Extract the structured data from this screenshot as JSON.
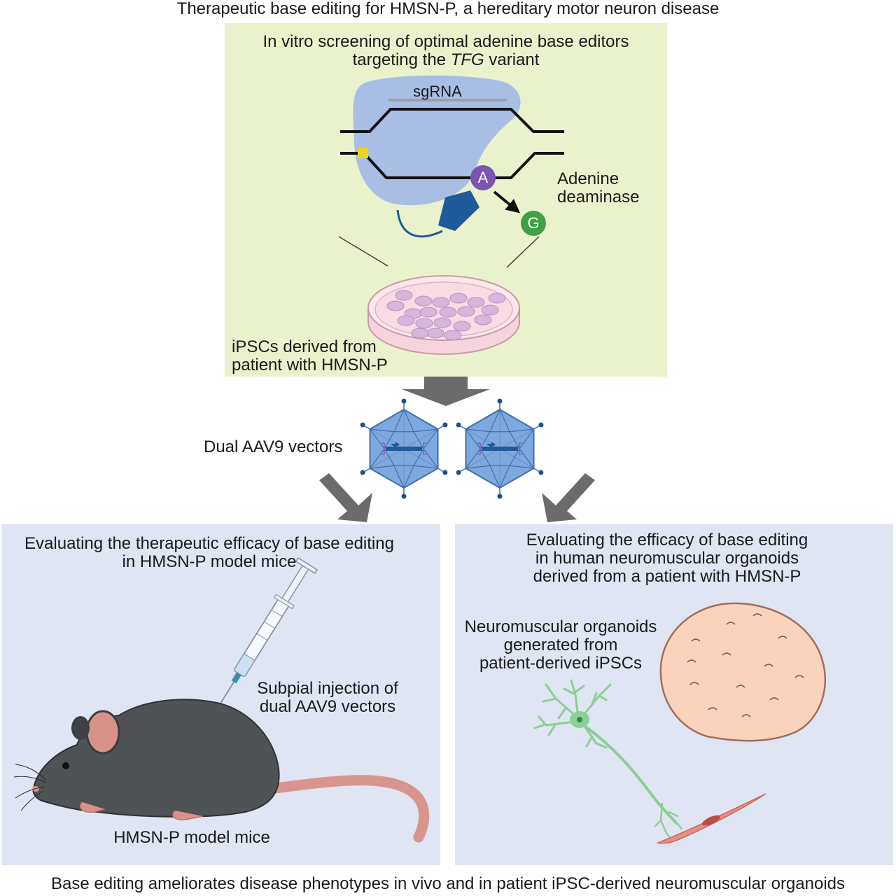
{
  "header": {
    "title": "Therapeutic base editing for HMSN-P, a hereditary motor neuron disease"
  },
  "screening_panel": {
    "title_line1": "In vitro screening of optimal adenine base editors",
    "title_line2_before": "targeting the ",
    "title_line2_italic": "TFG",
    "title_line2_after": " variant",
    "sgrna_label": "sgRNA",
    "base_a": "A",
    "base_g": "G",
    "deaminase_line1": "Adenine",
    "deaminase_line2": "deaminase",
    "ipsc_line1": "iPSCs derived from",
    "ipsc_line2": "patient with HMSN-P"
  },
  "vectors": {
    "label": "Dual AAV9 vectors"
  },
  "mouse_panel": {
    "title_line1": "Evaluating the therapeutic efficacy of base editing",
    "title_line2": "in HMSN-P model mice",
    "injection_line1": "Subpial injection of",
    "injection_line2": "dual AAV9 vectors",
    "mouse_label": "HMSN-P model mice"
  },
  "organoid_panel": {
    "title_line1": "Evaluating the efficacy of base editing",
    "title_line2": "in human neuromuscular organoids",
    "title_line3": "derived from a patient with HMSN-P",
    "organoid_line1": "Neuromuscular organoids",
    "organoid_line2": "generated from",
    "organoid_line3": "patient-derived iPSCs"
  },
  "footer": {
    "caption": "Base editing ameliorates disease phenotypes in vivo and in patient iPSC-derived neuromuscular organoids"
  },
  "colors": {
    "screening_bg": "#eaf2cc",
    "panel_bg": "#dfe5f2",
    "arrow": "#6b6b6b",
    "adenine": "#7a56b0",
    "guanine": "#3fa146",
    "capsid": "#7ea9df",
    "mouse_body": "#4f5355",
    "tail": "#d8958d",
    "neuron": "#8ccf95",
    "organoid": "#fbd3bd",
    "marker": "#f1d21e"
  }
}
